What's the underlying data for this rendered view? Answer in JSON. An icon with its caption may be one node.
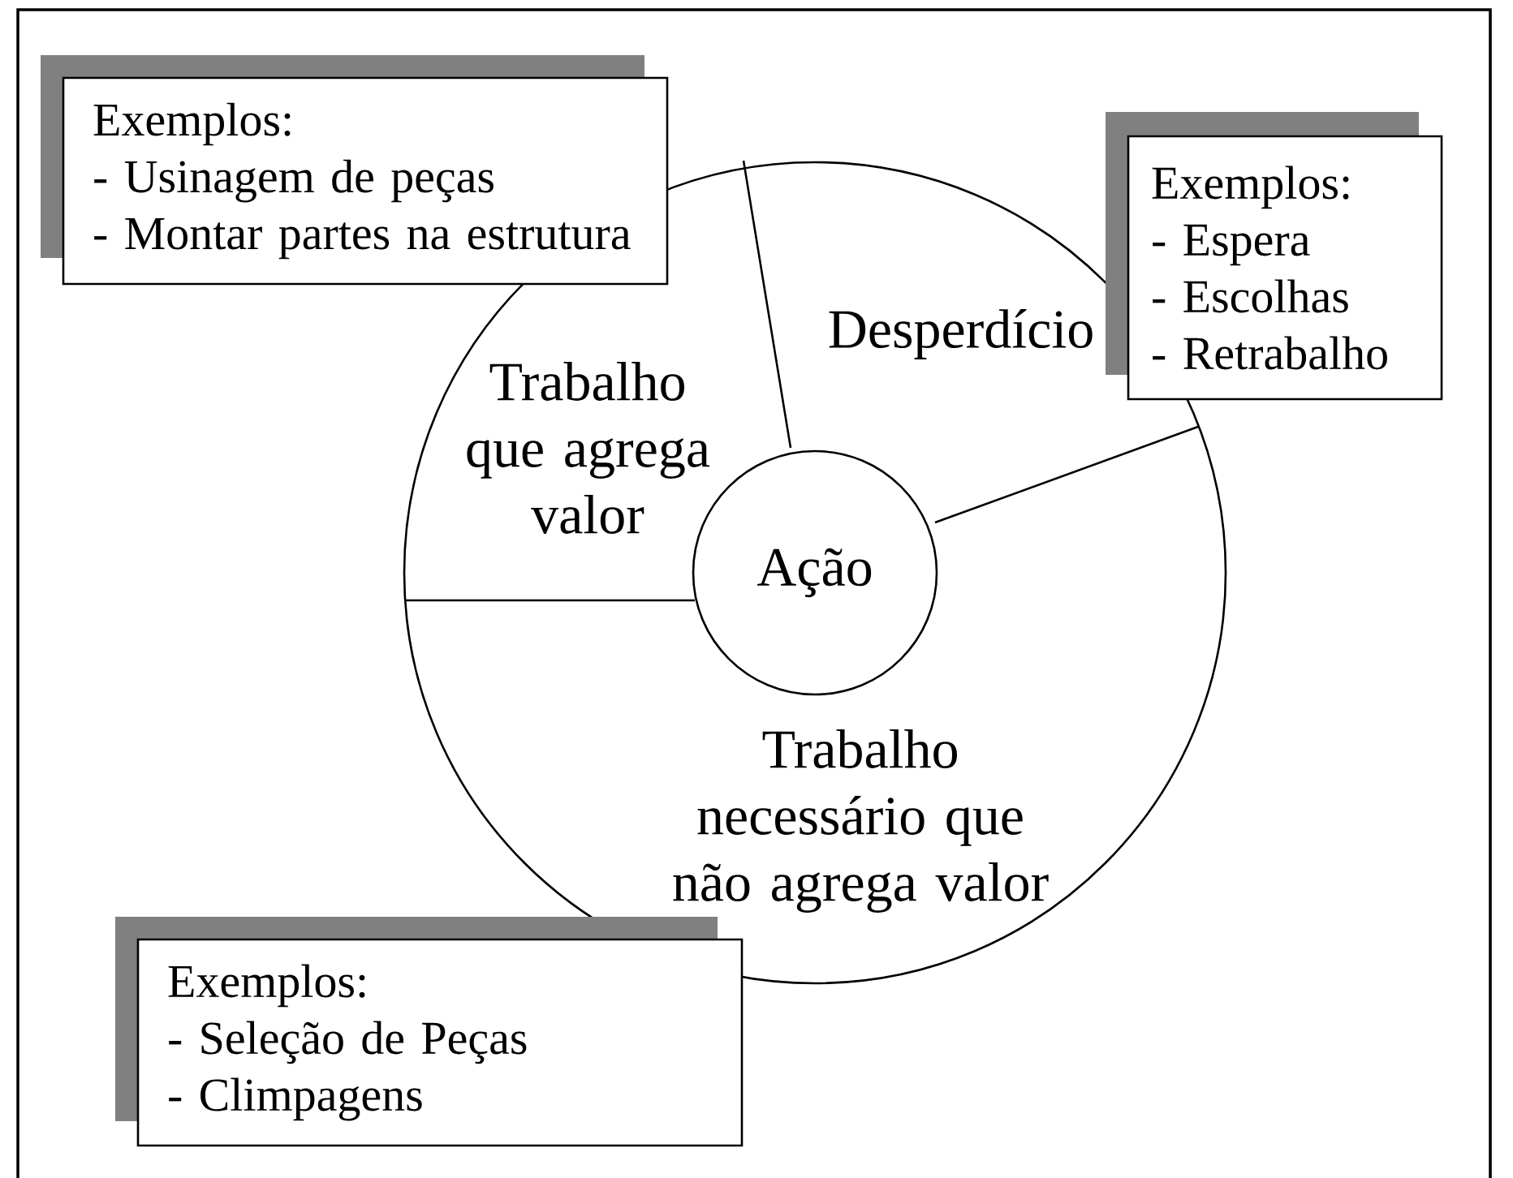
{
  "diagram": {
    "nodes": [
      {
        "text": [
          "Exemplos:",
          "- Usinagem de peças",
          "- Montar partes na estrutura"
        ]
      },
      {
        "text": [
          "Exemplos:",
          "- Espera",
          "- Escolhas",
          "- Retrabalho"
        ]
      },
      {
        "text": [
          "Ação"
        ]
      },
      {
        "text": [
          "Exemplos:",
          "- Seleção de Peças",
          "- Climpagens"
        ]
      }
    ],
    "labels": [
      "Trabalho que agrega valor",
      "Desperdício",
      "Trabalho necessário que não agrega valor"
    ]
  }
}
